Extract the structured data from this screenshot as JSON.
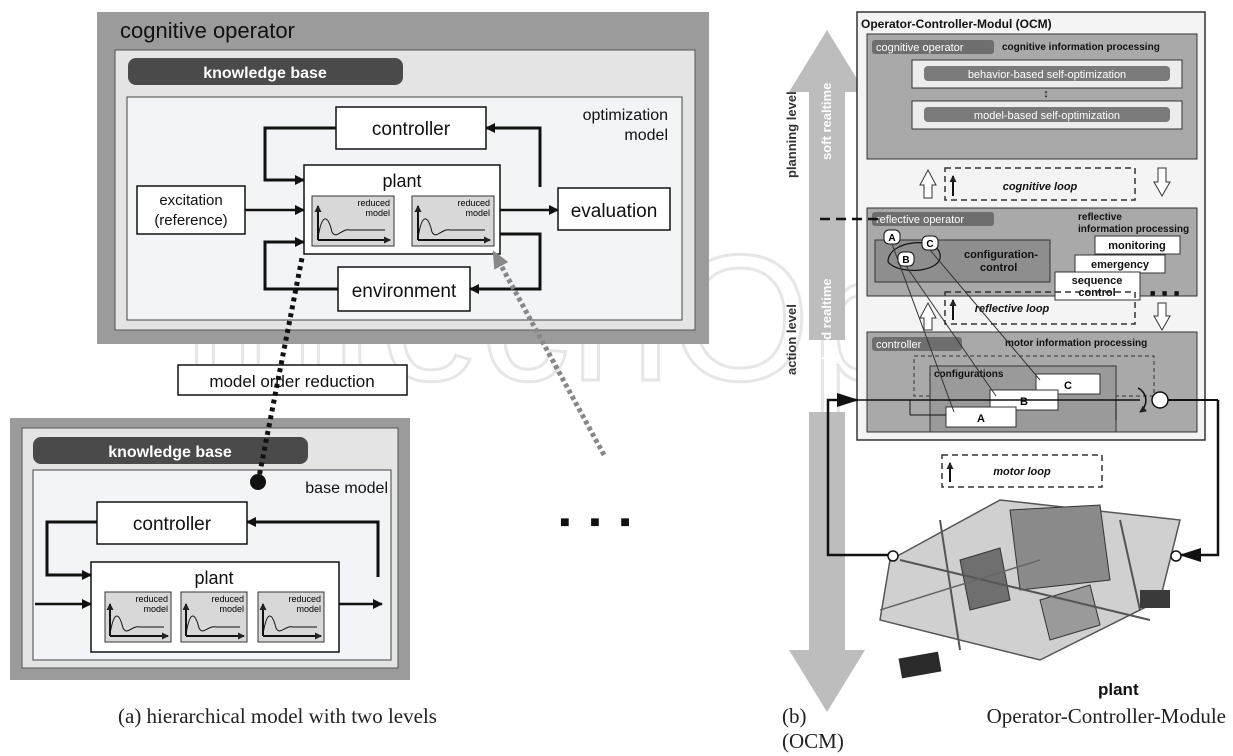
{
  "left": {
    "cognitive_operator": "cognitive operator",
    "knowledge_base_top": "knowledge base",
    "optimization_model_line1": "optimization",
    "optimization_model_line2": "model",
    "controller_top": "controller",
    "plant_top": "plant",
    "excitation_line1": "excitation",
    "excitation_line2": "(reference)",
    "evaluation": "evaluation",
    "environment": "environment",
    "reduced_label1": "reduced",
    "reduced_label2": "model",
    "model_order_reduction": "model order reduction",
    "knowledge_base_bottom": "knowledge base",
    "base_model": "base model",
    "controller_bottom": "controller",
    "plant_bottom": "plant",
    "ellipsis": "■ ■ ■"
  },
  "right": {
    "ocm_title": "Operator-Controller-Modul (OCM)",
    "cognitive_operator": "cognitive operator",
    "cognitive_info": "cognitive information processing",
    "behavior_based": "behavior-based self-optimization",
    "model_based": "model-based self-optimization",
    "cognitive_loop": "cognitive loop",
    "reflective_operator": "reflective operator",
    "reflective_info_line1": "reflective",
    "reflective_info_line2": "information processing",
    "monitoring": "monitoring",
    "emergency": "emergency",
    "sequence_line1": "sequence",
    "sequence_line2": "control",
    "configuration_line1": "configuration-",
    "configuration_line2": "control",
    "node_a": "A",
    "node_b": "B",
    "node_c": "C",
    "reflective_loop": "reflective loop",
    "controller": "controller",
    "motor_info": "motor information processing",
    "configurations": "configurations",
    "motor_loop": "motor loop",
    "plant": "plant",
    "planning_level": "planning level",
    "soft_realtime": "soft realtime",
    "action_level": "action level",
    "hard_realtime": "hard realtime",
    "dots": "■ ■ ■"
  },
  "captions": {
    "a": "(a)  hierarchical model with two levels",
    "b_line1_left": "(b)",
    "b_line1_right": "Operator-Controller-Module",
    "b_line2": "(OCM)"
  },
  "watermark": "IntechOpen"
}
